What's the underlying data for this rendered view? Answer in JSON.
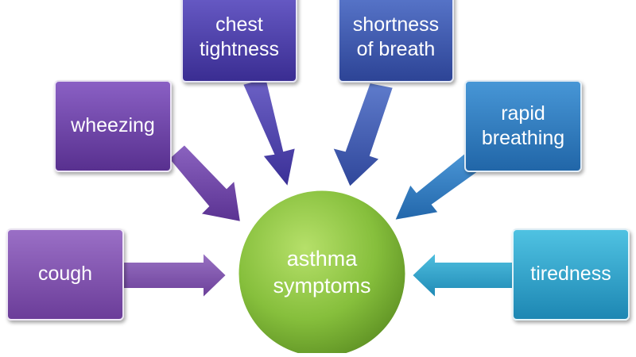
{
  "center": {
    "line1": "asthma",
    "line2": "symptoms",
    "color": "#8ec63f"
  },
  "symptoms": [
    {
      "id": "cough",
      "line1": "cough",
      "line2": "",
      "color": "#7b4fa8"
    },
    {
      "id": "wheezing",
      "line1": "wheezing",
      "line2": "",
      "color": "#6a3ea0"
    },
    {
      "id": "chest-tightness",
      "line1": "chest",
      "line2": "tightness",
      "color": "#4b3fa8"
    },
    {
      "id": "shortness-of-breath",
      "line1": "shortness",
      "line2": "of breath",
      "color": "#3d57ad"
    },
    {
      "id": "rapid-breathing",
      "line1": "rapid",
      "line2": "breathing",
      "color": "#2f79bd"
    },
    {
      "id": "tiredness",
      "line1": "tiredness",
      "line2": "",
      "color": "#2aa0c8"
    }
  ]
}
